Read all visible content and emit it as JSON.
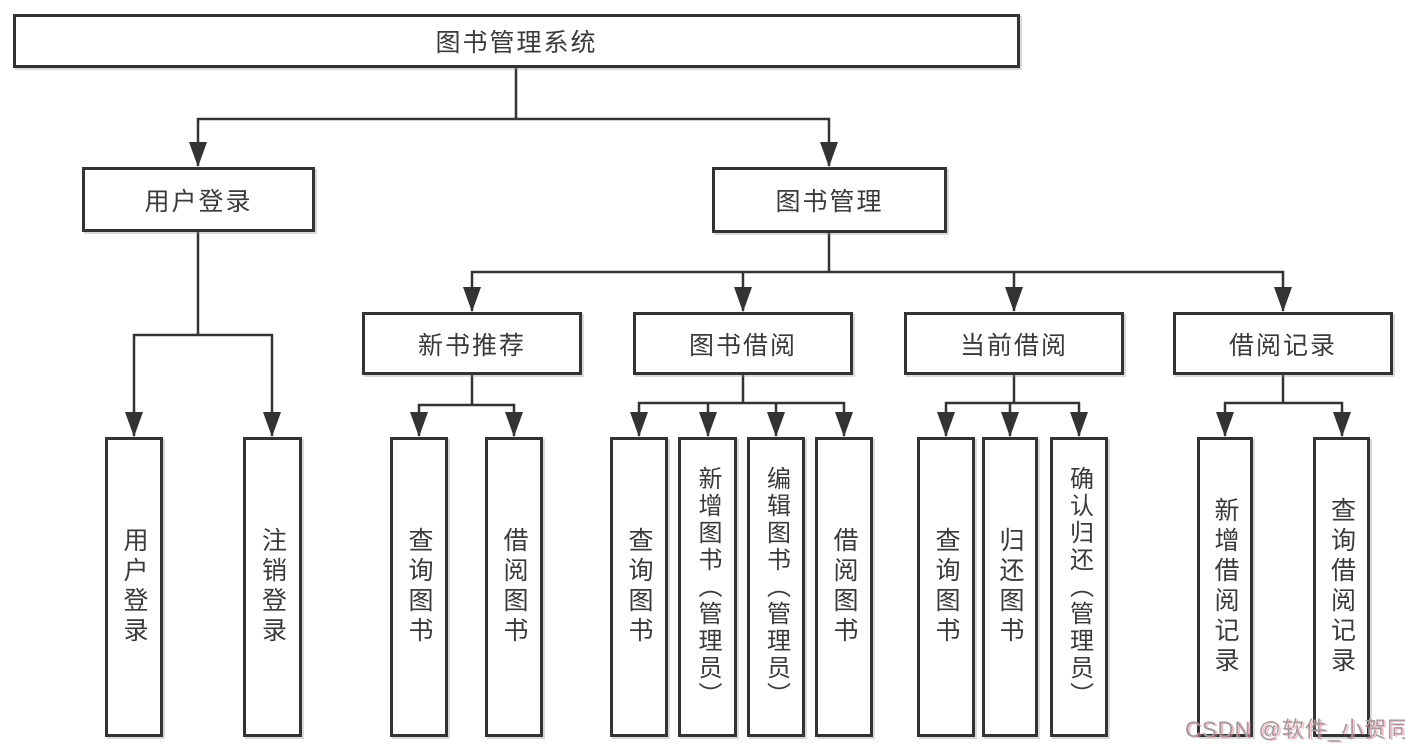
{
  "diagram_title": "图书管理系统",
  "watermark": "CSDN @软件_小贺同学",
  "colors": {
    "line": "#333333",
    "text": "#3a3a3a",
    "background": "#ffffff",
    "watermark_gray": "#9d9d9d",
    "watermark_pink": "#f68296"
  },
  "tree": {
    "label": "图书管理系统",
    "children": [
      {
        "label": "用户登录",
        "children": [
          {
            "label": "用户登录"
          },
          {
            "label": "注销登录"
          }
        ]
      },
      {
        "label": "图书管理",
        "children": [
          {
            "label": "新书推荐",
            "children": [
              {
                "label": "查询图书"
              },
              {
                "label": "借阅图书"
              }
            ]
          },
          {
            "label": "图书借阅",
            "children": [
              {
                "label": "查询图书"
              },
              {
                "label": "新增图书（管理员）"
              },
              {
                "label": "编辑图书（管理员）"
              },
              {
                "label": "借阅图书"
              }
            ]
          },
          {
            "label": "当前借阅",
            "children": [
              {
                "label": "查询图书"
              },
              {
                "label": "归还图书"
              },
              {
                "label": "确认归还（管理员）"
              }
            ]
          },
          {
            "label": "借阅记录",
            "children": [
              {
                "label": "新增借阅记录"
              },
              {
                "label": "查询借阅记录"
              }
            ]
          }
        ]
      }
    ]
  }
}
